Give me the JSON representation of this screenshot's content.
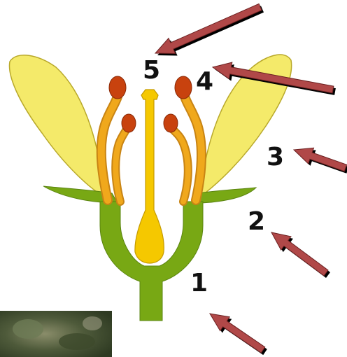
{
  "labels": {
    "l1": "1",
    "l2": "2",
    "l3": "3",
    "l4": "4",
    "l5": "5"
  },
  "colors": {
    "petal": "#f4ea6a",
    "petal_outline": "#b8a82a",
    "receptacle": "#78a814",
    "receptacle_dark": "#5a8410",
    "stamen_filament": "#f0a81c",
    "anther": "#c8420e",
    "pistil": "#f5c800",
    "arrow": "#b04848",
    "label": "#111111"
  },
  "icons": [
    "arrow-icon"
  ]
}
